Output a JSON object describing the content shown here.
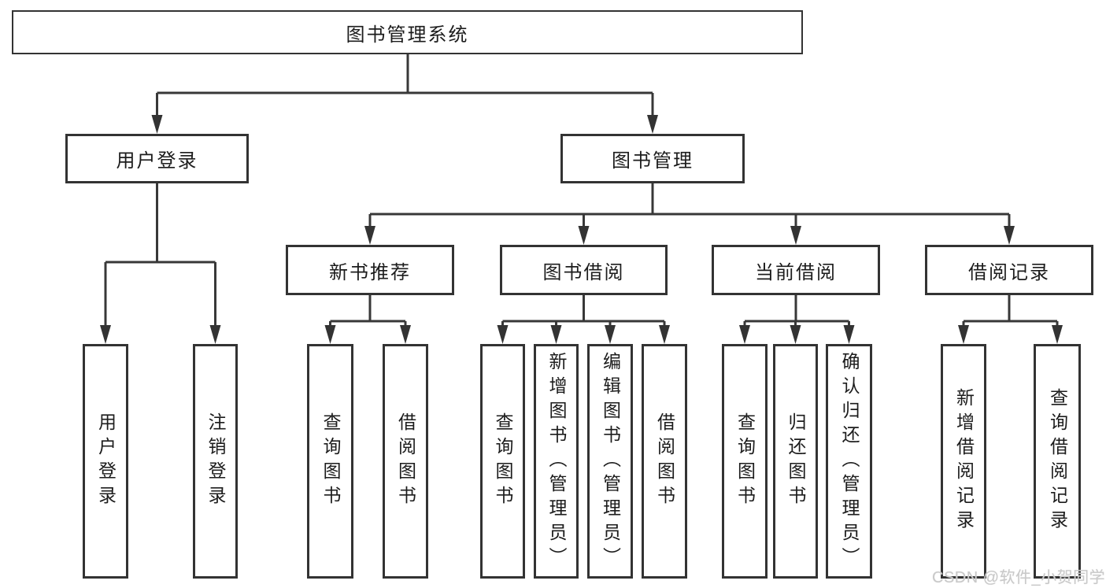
{
  "diagram": {
    "title": "图书管理系统",
    "tree": {
      "root": {
        "label": "图书管理系统"
      },
      "branches": [
        {
          "label": "用户登录",
          "children": [
            {
              "label": "用户登录"
            },
            {
              "label": "注销登录"
            }
          ]
        },
        {
          "label": "图书管理",
          "children": [
            {
              "label": "新书推荐",
              "children": [
                {
                  "label": "查询图书"
                },
                {
                  "label": "借阅图书"
                }
              ]
            },
            {
              "label": "图书借阅",
              "children": [
                {
                  "label": "查询图书"
                },
                {
                  "label": "新增图书（管理员）"
                },
                {
                  "label": "编辑图书（管理员）"
                },
                {
                  "label": "借阅图书"
                }
              ]
            },
            {
              "label": "当前借阅",
              "children": [
                {
                  "label": "查询图书"
                },
                {
                  "label": "归还图书"
                },
                {
                  "label": "确认归还（管理员）"
                }
              ]
            },
            {
              "label": "借阅记录",
              "children": [
                {
                  "label": "新增借阅记录"
                },
                {
                  "label": "查询借阅记录"
                }
              ]
            }
          ]
        }
      ]
    },
    "colors": {
      "line": "#383838",
      "border": "#333333",
      "text": "#1c1c1c",
      "background": "#ffffff",
      "watermark": "#c9c9c9"
    }
  },
  "watermark": {
    "text": "CSDN @软件_小贺同学"
  }
}
